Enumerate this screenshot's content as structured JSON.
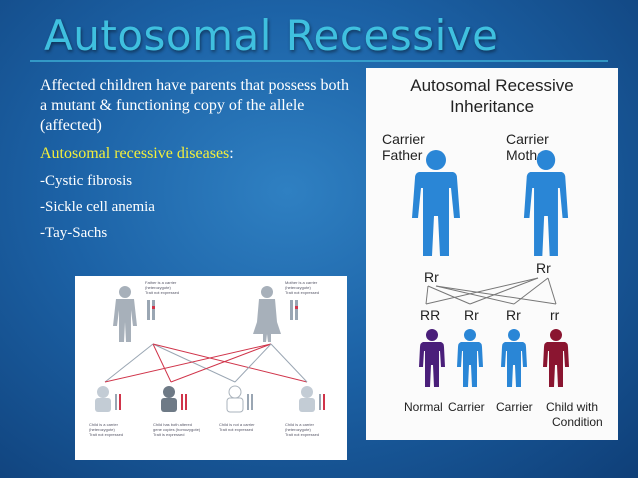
{
  "slide": {
    "title": "Autosomal Recessive",
    "intro": "Affected children have parents that possess both a mutant & functioning copy of the allele (affected)",
    "diseases_heading": "Autosomal recessive diseases",
    "diseases_colon": ":",
    "diseases": [
      "-Cystic fibrosis",
      "-Sickle cell anemia",
      "-Tay-Sachs"
    ]
  },
  "right_diagram": {
    "title_line1": "Autosomal Recessive",
    "title_line2": "Inheritance",
    "father_label_1": "Carrier",
    "father_label_2": "Father",
    "mother_label_1": "Carrier",
    "mother_label_2": "Mother",
    "father_genotype": "Rr",
    "mother_genotype": "Rr",
    "child_genotypes": [
      "RR",
      "Rr",
      "Rr",
      "rr"
    ],
    "child_labels": [
      "Normal",
      "Carrier",
      "Carrier",
      "Child with",
      "Condition"
    ],
    "colors": {
      "parent": "#2a86d6",
      "normal": "#4a1f7a",
      "carrier": "#2a86d6",
      "condition": "#8a1530"
    }
  },
  "left_diagram": {
    "father_note": [
      "Father is a carrier",
      "(heterozygote)",
      "Trait not expressed"
    ],
    "mother_note": [
      "Mother is a carrier",
      "(heterozygote)",
      "Trait not expressed"
    ],
    "children_notes": [
      [
        "Child is a carrier",
        "(heterozygote)",
        "Trait not expressed"
      ],
      [
        "Child has both altered",
        "gene copies (homozygote)",
        "Trait is expressed"
      ],
      [
        "Child is not a carrier",
        "Trait not expressed"
      ],
      [
        "Child is a carrier",
        "(heterozygote)",
        "Trait not expressed"
      ]
    ]
  }
}
